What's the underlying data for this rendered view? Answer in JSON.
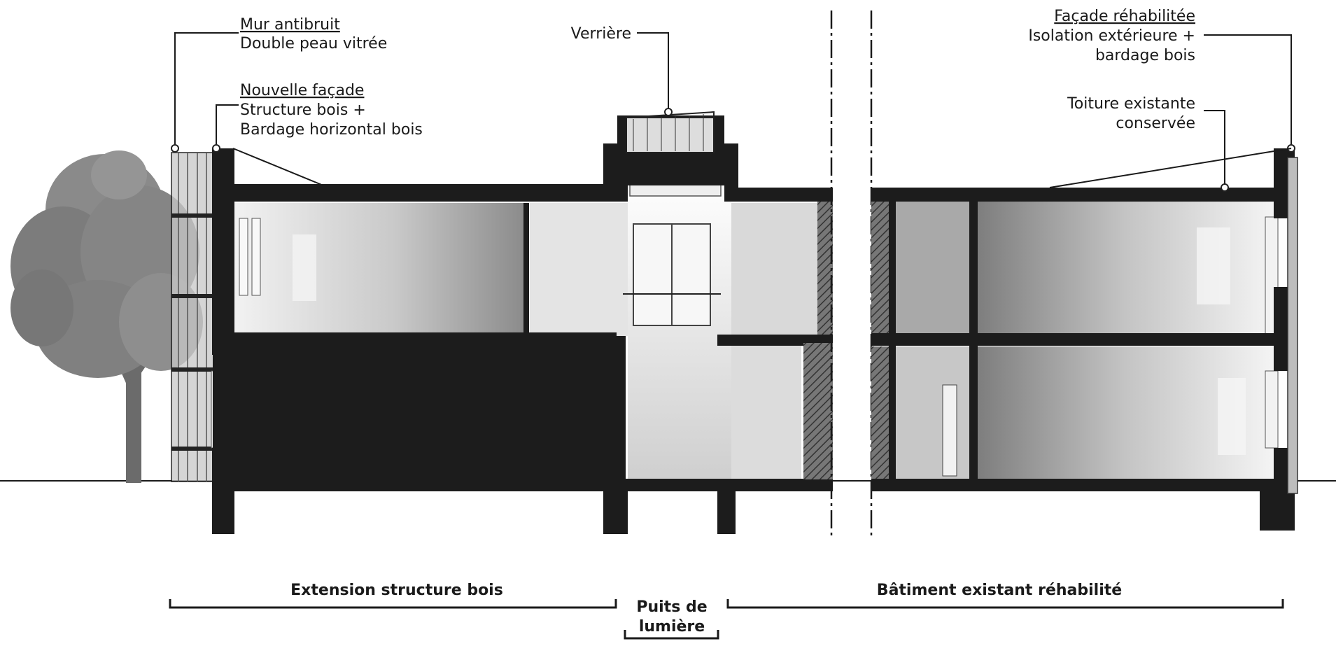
{
  "labels": {
    "mur_antibruit": {
      "title": "Mur antibruit",
      "line1": "Double peau vitrée"
    },
    "nouvelle_facade": {
      "title": "Nouvelle façade",
      "line1": "Structure bois +",
      "line2": "Bardage horizontal bois"
    },
    "verriere": {
      "title": "Verrière"
    },
    "facade_rehabilitee": {
      "title": "Façade réhabilitée",
      "line1": "Isolation extérieure +",
      "line2": "bardage bois"
    },
    "toiture": {
      "line1": "Toiture existante",
      "line2": "conservée"
    }
  },
  "zones": {
    "extension": "Extension structure bois",
    "puits_line1": "Puits de",
    "puits_line2": "lumière",
    "batiment": "Bâtiment existant réhabilité"
  }
}
